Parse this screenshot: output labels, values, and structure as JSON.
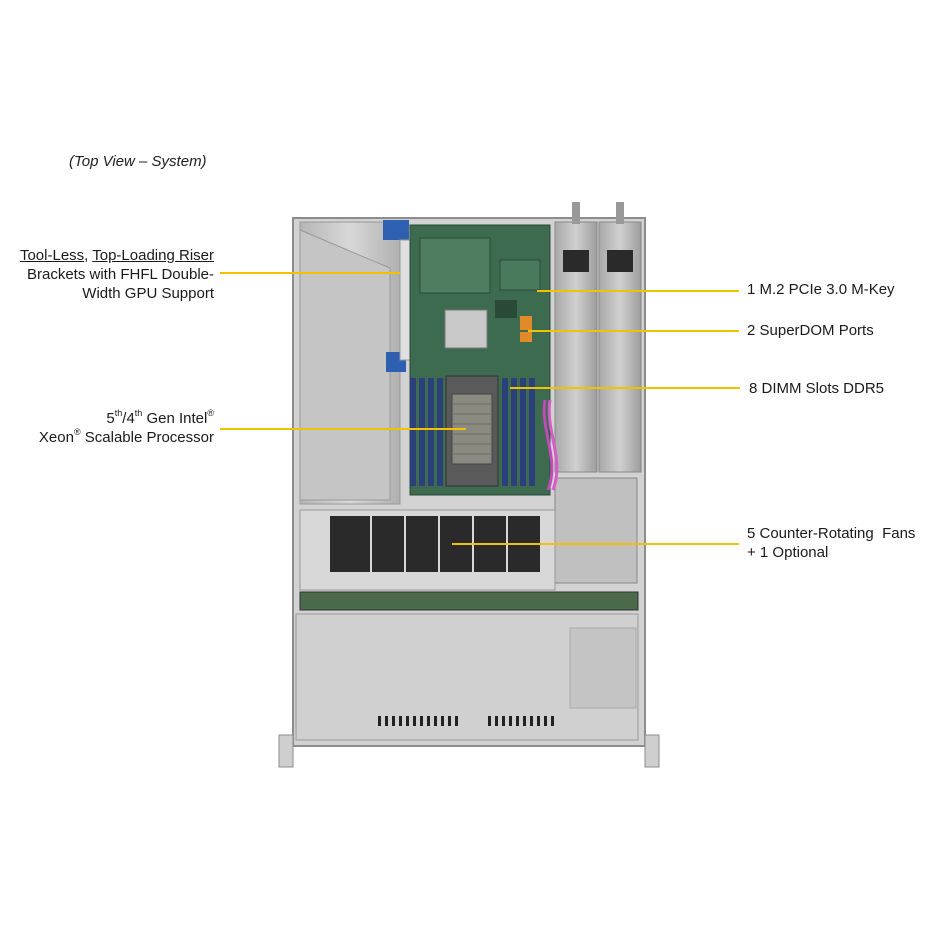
{
  "caption": "(Top View – System)",
  "labels": {
    "riser": {
      "part1": "Tool-Less",
      "sep": ", ",
      "part2": "Top-Loading Riser",
      "line2": "Brackets with FHFL Double-",
      "line3": "Width GPU Support"
    },
    "cpu": {
      "sup1": "th",
      "gen_mid": "/4",
      "sup2": "th",
      "gen_rest": " Gen Intel",
      "reg1": "®",
      "xeon": "Xeon",
      "reg2": "®",
      "xeon_rest": " Scalable Processor",
      "five": "5"
    },
    "m2": "1 M.2 PCIe 3.0 M-Key",
    "superdom": "2 SuperDOM Ports",
    "dimm": "8 DIMM Slots DDR5",
    "fans_line1": "5 Counter-Rotating  Fans",
    "fans_line2": "+ 1 Optional"
  },
  "colors": {
    "leader": "#f2c200",
    "chassis": "#c9c9c9",
    "board": "#3d6b4f",
    "dimm": "#2b3f7a",
    "fan": "#2a2a2a"
  },
  "icons": {
    "fan": "fan-icon",
    "cpu": "cpu-heatsink-icon",
    "dimm": "dimm-slot-icon"
  }
}
